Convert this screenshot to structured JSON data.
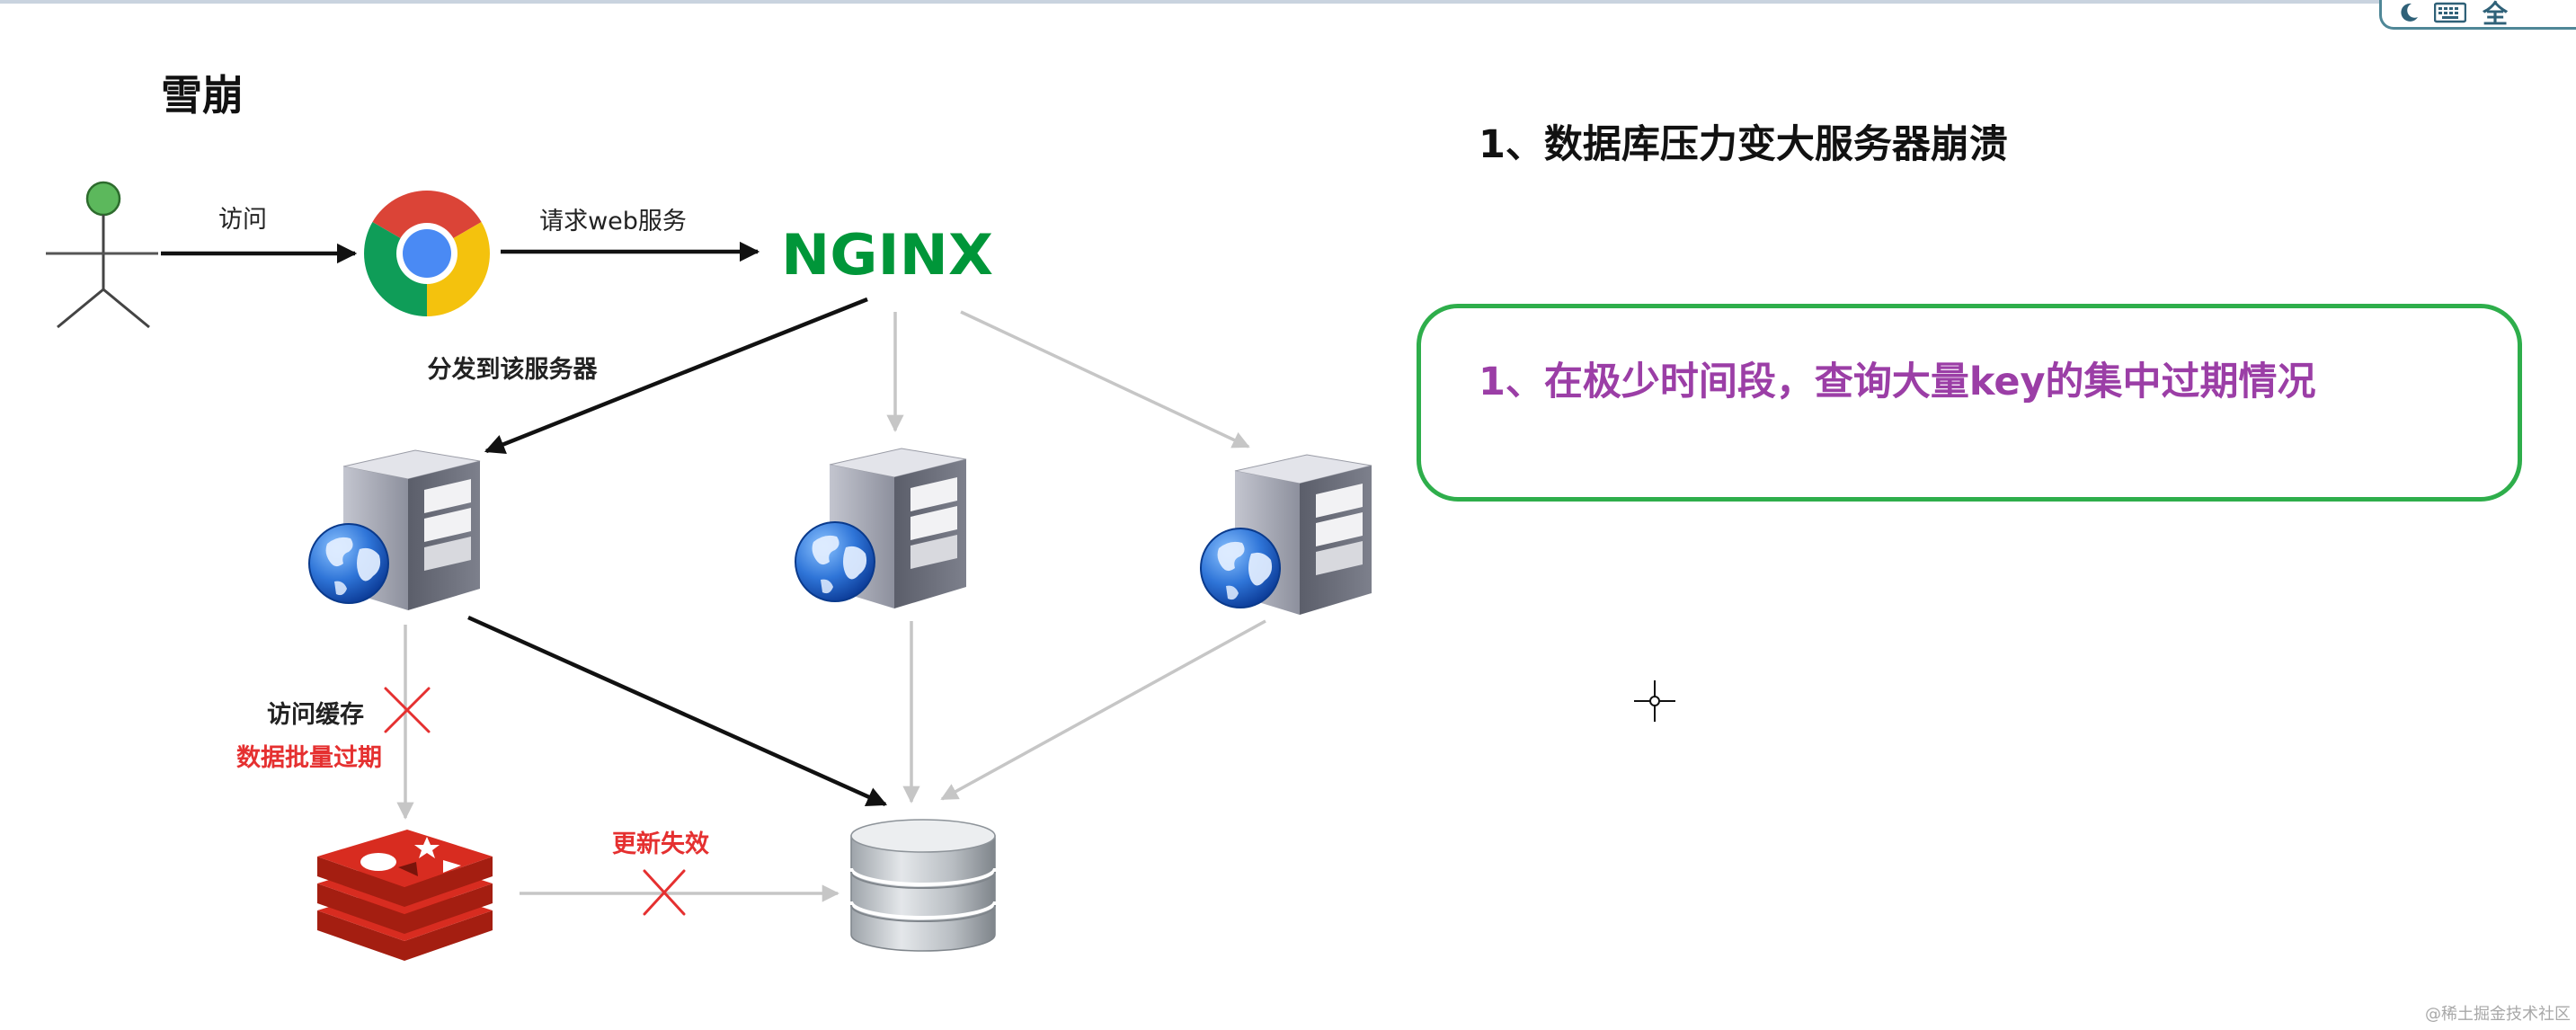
{
  "slide": {
    "title": "雪崩"
  },
  "toolbar": {
    "label": "全",
    "icons": [
      "moon-icon",
      "keyboard-icon"
    ]
  },
  "diagram": {
    "nodes": {
      "user": {
        "icon": "stick-figure-icon"
      },
      "browser": {
        "icon": "chrome-browser-icon"
      },
      "nginx": {
        "logo_text": "NGINX"
      },
      "servers": [
        {
          "icon": "server-icon"
        },
        {
          "icon": "server-icon"
        },
        {
          "icon": "server-icon"
        }
      ],
      "cache": {
        "icon": "redis-icon"
      },
      "database": {
        "icon": "database-icon"
      }
    },
    "labels": {
      "visit": "访问",
      "request_web": "请求web服务",
      "dispatch": "分发到该服务器",
      "access_cache": "访问缓存",
      "batch_expire": "数据批量过期",
      "update_fail": "更新失效"
    },
    "failure_marks": [
      "x-mark-icon",
      "x-mark-icon"
    ]
  },
  "notes": {
    "heading": "1、数据库压力变大服务器崩溃",
    "box_text": "1、在极少时间段，查询大量key的集中过期情况"
  },
  "cursor": {
    "icon": "crosshair-cursor-icon"
  },
  "watermark": "@稀土掘金技术社区",
  "colors": {
    "arrow_primary": "#111111",
    "arrow_secondary": "#c6c6c6",
    "failure_red": "#e53030",
    "box_border": "#2eae4b",
    "box_text": "#9b3ea6",
    "nginx_green": "#009639",
    "user_head": "#5cb85c"
  }
}
